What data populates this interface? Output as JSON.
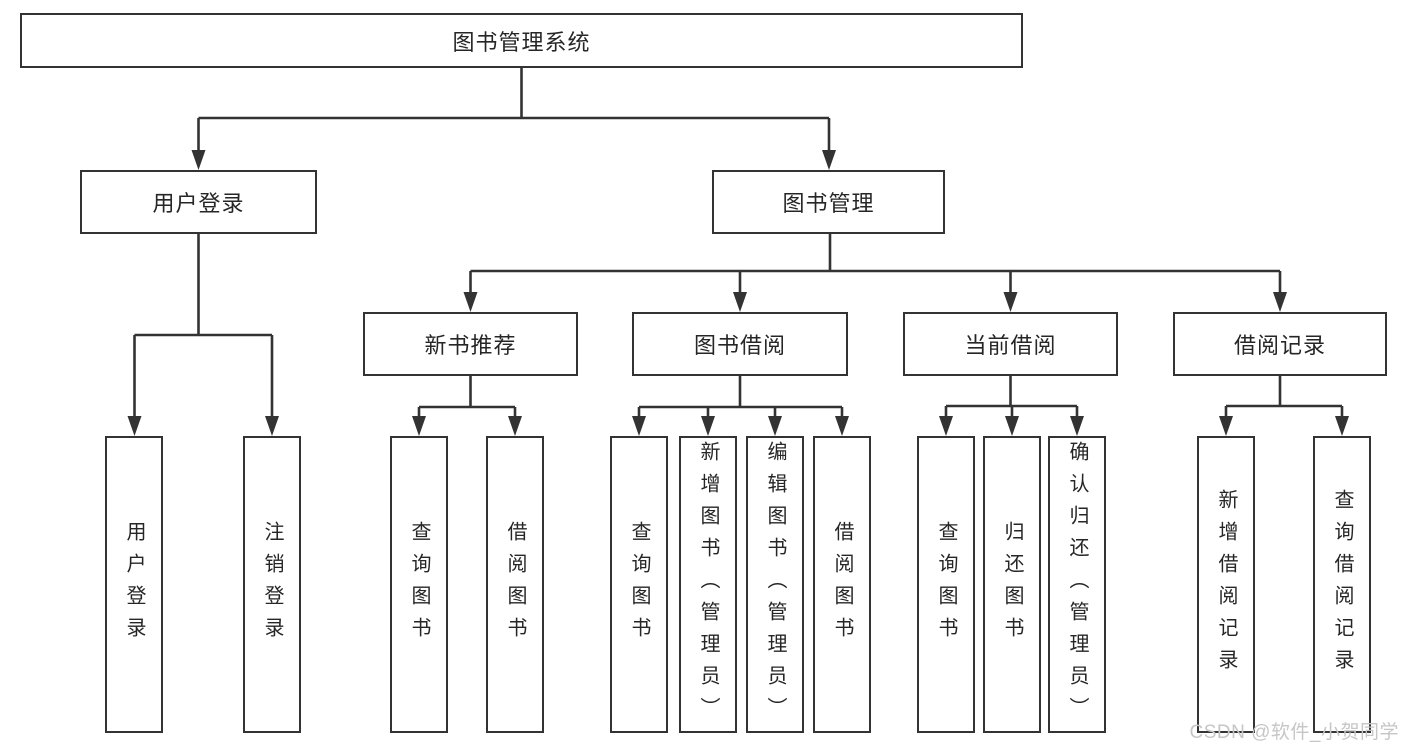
{
  "diagram": {
    "root": {
      "label": "图书管理系统"
    },
    "level2": {
      "user_login": {
        "label": "用户登录"
      },
      "book_mgmt": {
        "label": "图书管理"
      }
    },
    "modules": [
      {
        "label": "新书推荐"
      },
      {
        "label": "图书借阅"
      },
      {
        "label": "当前借阅"
      },
      {
        "label": "借阅记录"
      }
    ],
    "leaves": {
      "user_login": [
        {
          "label": "用户登录"
        },
        {
          "label": "注销登录"
        }
      ],
      "new_book": [
        {
          "label": "查询图书"
        },
        {
          "label": "借阅图书"
        }
      ],
      "book_borrow": [
        {
          "label": "查询图书"
        },
        {
          "label": "新增图书（管理员）"
        },
        {
          "label": "编辑图书（管理员）"
        },
        {
          "label": "借阅图书"
        }
      ],
      "current_borrow": [
        {
          "label": "查询图书"
        },
        {
          "label": "归还图书"
        },
        {
          "label": "确认归还（管理员）"
        }
      ],
      "borrow_records": [
        {
          "label": "新增借阅记录"
        },
        {
          "label": "查询借阅记录"
        }
      ]
    },
    "watermark": "CSDN @软件_小贺同学",
    "colors": {
      "line": "#333333",
      "text": "#262626",
      "watermark": "#c6c6c6",
      "background": "#ffffff"
    }
  }
}
